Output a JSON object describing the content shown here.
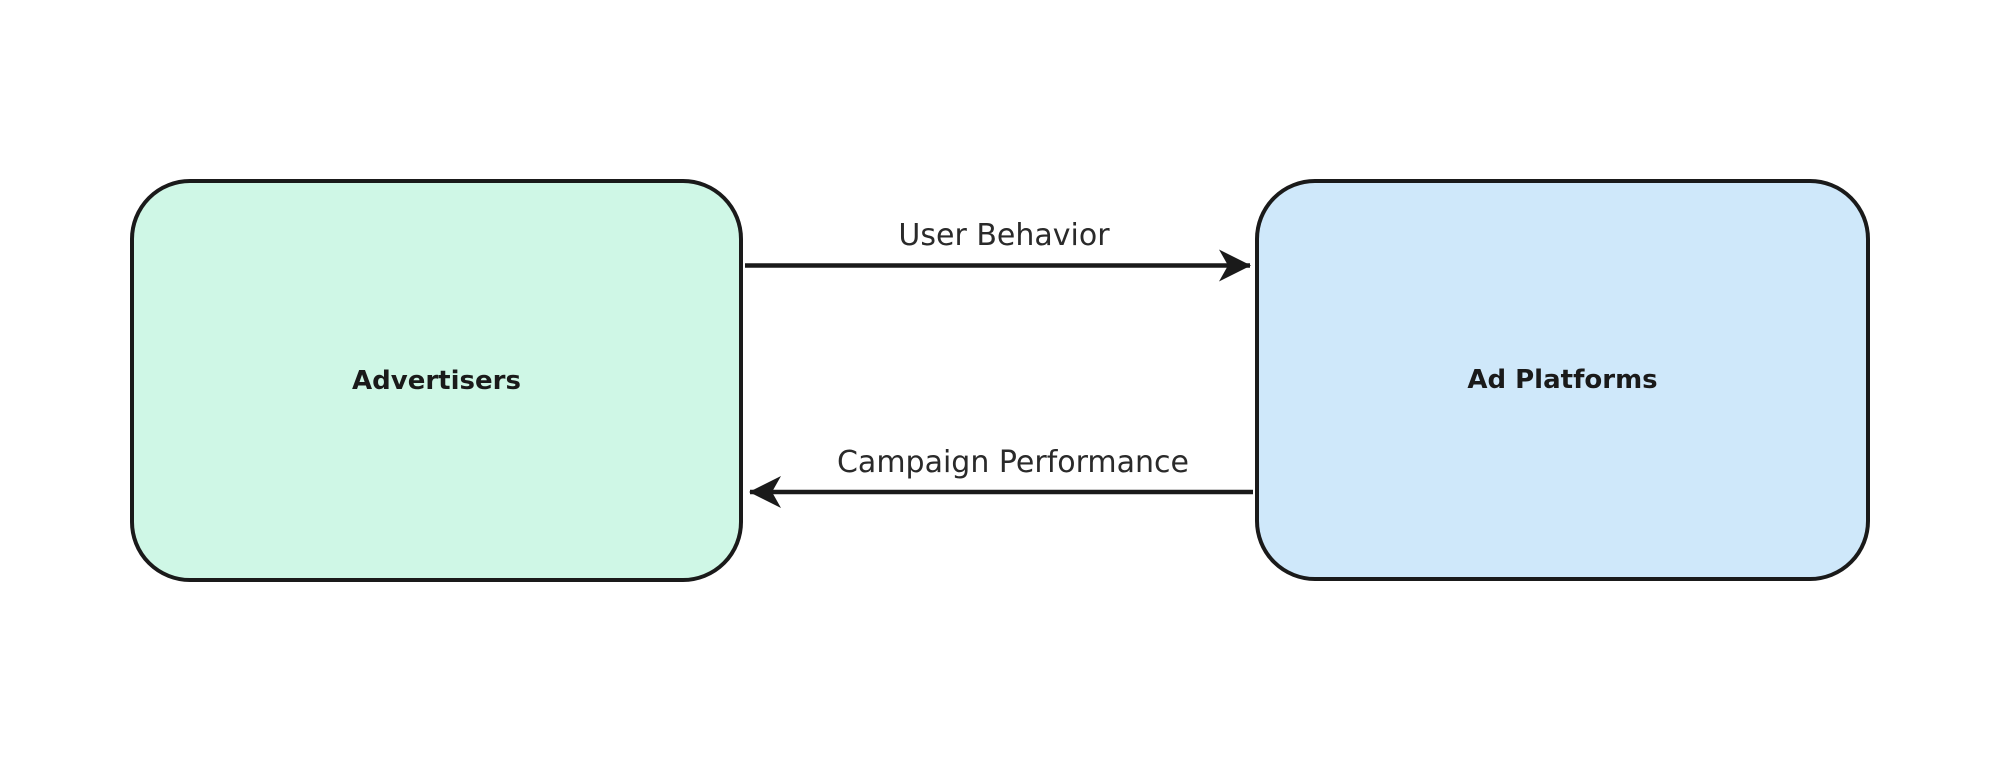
{
  "diagram": {
    "background_color": "#ffffff",
    "stroke_color": "#1a1a1a",
    "node_text_color": "#1a1a1a",
    "edge_text_color": "#2a2a2a",
    "nodes": [
      {
        "id": "advertisers",
        "label": "Advertisers",
        "fill": "#cff7e6"
      },
      {
        "id": "ad_platforms",
        "label": "Ad Platforms",
        "fill": "#cfe8fa"
      }
    ],
    "edges": [
      {
        "from": "advertisers",
        "to": "ad_platforms",
        "label": "User Behavior",
        "direction": "left-to-right"
      },
      {
        "from": "ad_platforms",
        "to": "advertisers",
        "label": "Campaign Performance",
        "direction": "right-to-left"
      }
    ]
  }
}
